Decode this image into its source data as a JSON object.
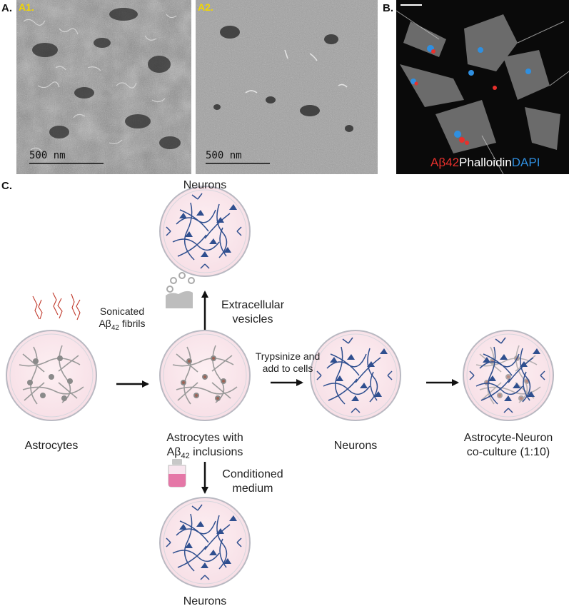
{
  "panels": {
    "a_label": "A.",
    "a1_label": "A1.",
    "a2_label": "A2.",
    "b_label": "B.",
    "c_label": "C.",
    "scale_bar_text": "500 nm"
  },
  "stain_legend": {
    "abeta": "Aβ42",
    "phalloidin": "Phalloidin",
    "dapi": "DAPI",
    "colors": {
      "abeta": "#e8302c",
      "phalloidin": "#ffffff",
      "dapi": "#2f8fe0"
    }
  },
  "schematic": {
    "neurons_top": "Neurons",
    "sonicated_line1": "Sonicated",
    "sonicated_line2": "Aβ",
    "sonicated_sub": "42",
    "sonicated_rest": " fibrils",
    "ev_line1": "Extracellular",
    "ev_line2": "vesicles",
    "trypsin_line1": "Trypsinize and",
    "trypsin_line2": "add to cells",
    "astrocytes": "Astrocytes",
    "astro_incl_line1": "Astrocytes with",
    "astro_incl_line2": "Aβ",
    "astro_incl_sub": "42",
    "astro_incl_rest": " inclusions",
    "neurons_mid": "Neurons",
    "coculture_line1": "Astrocyte-Neuron",
    "coculture_line2": "co-culture (1:10)",
    "cm_line1": "Conditioned",
    "cm_line2": "medium",
    "neurons_bottom": "Neurons"
  },
  "colors": {
    "dish_fill": "#fbe9ee",
    "dish_rim": "#b9b9c2",
    "neuron": "#2f4f8f",
    "astrocyte": "#9a9a9a",
    "fibril": "#c0392b",
    "arrow": "#111111"
  }
}
